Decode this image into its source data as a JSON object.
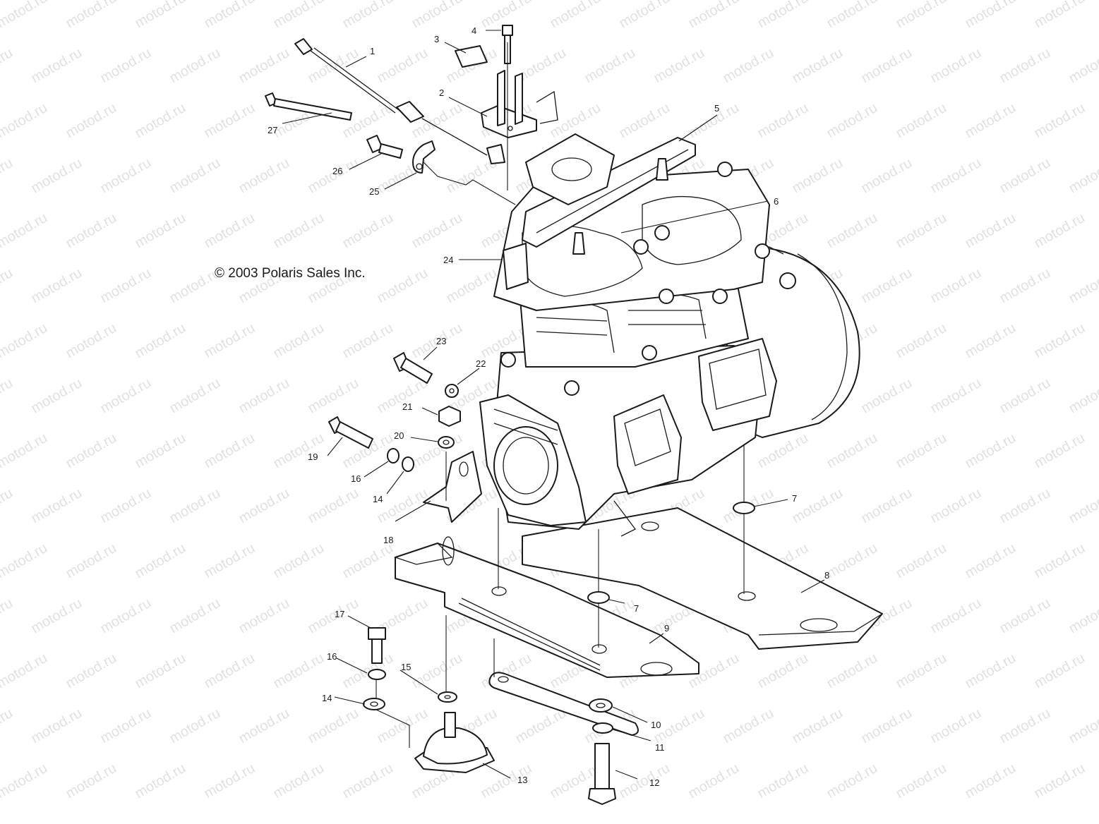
{
  "copyright": "© 2003 Polaris Sales Inc.",
  "watermark": "motod.ru",
  "ink_color": "#1a1a1a",
  "watermark_color": "#c8c8c8",
  "callouts": [
    {
      "id": "c1",
      "label": "1"
    },
    {
      "id": "c2",
      "label": "2"
    },
    {
      "id": "c3",
      "label": "3"
    },
    {
      "id": "c4",
      "label": "4"
    },
    {
      "id": "c5",
      "label": "5"
    },
    {
      "id": "c6",
      "label": "6"
    },
    {
      "id": "c7a",
      "label": "7"
    },
    {
      "id": "c7b",
      "label": "7"
    },
    {
      "id": "c8",
      "label": "8"
    },
    {
      "id": "c9",
      "label": "9"
    },
    {
      "id": "c10",
      "label": "10"
    },
    {
      "id": "c11",
      "label": "11"
    },
    {
      "id": "c12",
      "label": "12"
    },
    {
      "id": "c13",
      "label": "13"
    },
    {
      "id": "c14a",
      "label": "14"
    },
    {
      "id": "c14b",
      "label": "14"
    },
    {
      "id": "c15",
      "label": "15"
    },
    {
      "id": "c16a",
      "label": "16"
    },
    {
      "id": "c16b",
      "label": "16"
    },
    {
      "id": "c17",
      "label": "17"
    },
    {
      "id": "c18",
      "label": "18"
    },
    {
      "id": "c19",
      "label": "19"
    },
    {
      "id": "c20",
      "label": "20"
    },
    {
      "id": "c21",
      "label": "21"
    },
    {
      "id": "c22",
      "label": "22"
    },
    {
      "id": "c23",
      "label": "23"
    },
    {
      "id": "c24",
      "label": "24"
    },
    {
      "id": "c25",
      "label": "25"
    },
    {
      "id": "c26",
      "label": "26"
    },
    {
      "id": "c27",
      "label": "27"
    }
  ]
}
